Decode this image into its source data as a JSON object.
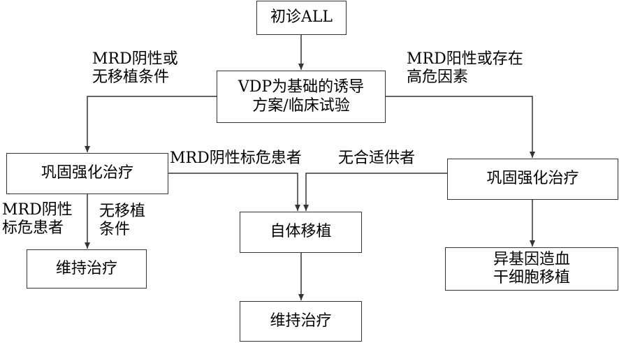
{
  "nodes": {
    "initial_diagnosis": "初诊ALL",
    "induction": "VDP为基础的诱导\n方案/临床试验",
    "consolidation_left": "巩固强化治疗",
    "consolidation_right": "巩固强化治疗",
    "autologous_transplant": "自体移植",
    "maintenance_left": "维持治疗",
    "maintenance_center": "维持治疗",
    "allogeneic_transplant": "异基因造血\n干细胞移植"
  },
  "edge_labels": {
    "mrd_negative_or_no_transplant": "MRD阴性或\n无移植条件",
    "mrd_positive_or_high_risk": "MRD阳性或存在\n高危因素",
    "mrd_negative_standard_risk_center": "MRD阴性标危患者",
    "no_suitable_donor": "无合适供者",
    "mrd_negative_standard_risk_left": "MRD阴性\n标危患者",
    "no_transplant_conditions": "无移植\n条件"
  },
  "colors": {
    "line": "#333333",
    "text": "#000000",
    "background": "#ffffff"
  }
}
